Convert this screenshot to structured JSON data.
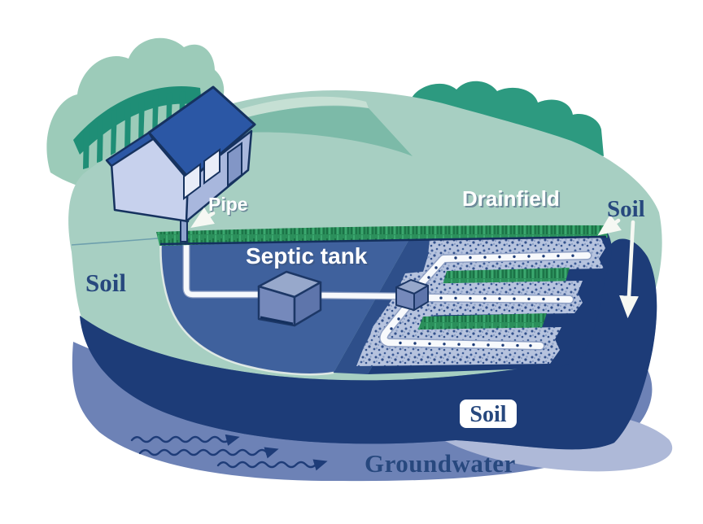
{
  "figure": {
    "type": "diagram",
    "subject": "Household septic system cross-section illustration",
    "labels": {
      "pipe": "Pipe",
      "septic_tank": "Septic tank",
      "drainfield": "Drainfield",
      "soil_surface_left": "Soil",
      "soil_surface_right": "Soil",
      "soil_deep": "Soil",
      "groundwater": "Groundwater"
    },
    "arrows": {
      "pipe_pointer": "points from Pipe label to house outlet pipe",
      "soil_shallow_pointer": "points from right Soil label to soil under drainfield",
      "soil_deep_pointer": "points from right Soil label down into deep soil",
      "groundwater_flow": "three wavy arrows flowing left to right"
    },
    "colors": {
      "background": "#ffffff",
      "surface_green": "#a7cfc2",
      "ridge_light_green": "#c6e0d4",
      "ridge_shadow_green": "#7cbaa8",
      "tree_canopy": "#9ccbb9",
      "tree_teal": "#1f8e76",
      "shrub_teal": "#2d9a80",
      "grass_green": "#2b8f5b",
      "cutaway_blue": "#3f619d",
      "cutaway_shadow_blue": "#2e4f8a",
      "deep_soil_navy": "#1d3c78",
      "gravel_blue": "#b6c3de",
      "groundwater_blue": "#6d82b6",
      "groundwater_light": "#aeb9d8",
      "pipe_white": "#f7f9fc",
      "house_roof_blue": "#2b57a5",
      "house_gable": "#c7d1ed",
      "house_wall": "#a8b7dd",
      "label_navy": "#27487e",
      "label_white": "#ffffff"
    }
  }
}
